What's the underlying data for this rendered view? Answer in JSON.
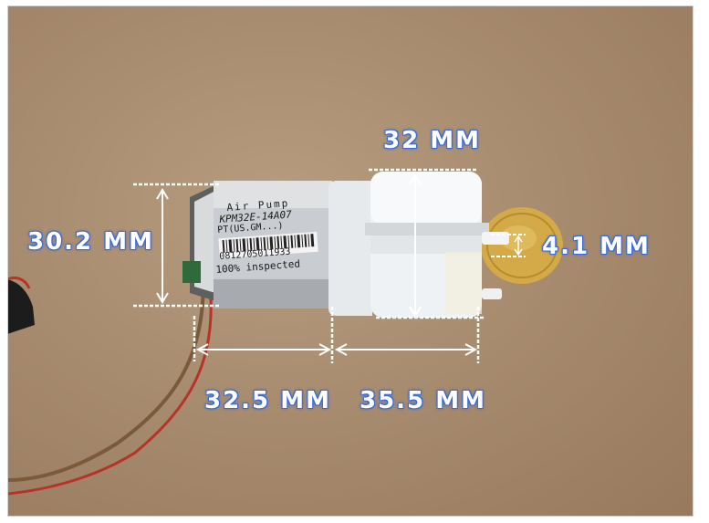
{
  "labels": {
    "width_head": "32 MM",
    "height_motor": "30.2 MM",
    "nozzle": "4.1 MM",
    "length_motor": "32.5 MM",
    "length_head": "35.5 MM"
  },
  "motor_label": {
    "line1": "Air Pump",
    "line2": "KPM32E-14A07",
    "line3": "PT(US.GM...)",
    "barcode": "0812705011933",
    "line5": "100% inspected"
  },
  "colors": {
    "background": "#a88c6f",
    "dimension_line": "#ffffff",
    "label_outline": "#3a6bd6",
    "pump_head": "#eef2f4",
    "motor_body": "#c9ccd0",
    "coin": "#d9b24e"
  }
}
